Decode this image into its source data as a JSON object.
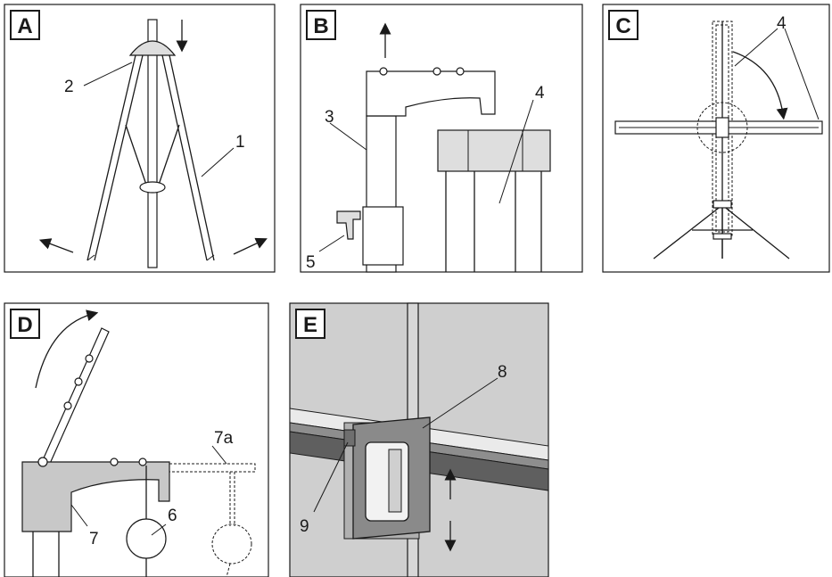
{
  "panels": {
    "A": {
      "letter": "A",
      "labels": [
        "1",
        "2"
      ]
    },
    "B": {
      "letter": "B",
      "labels": [
        "3",
        "4",
        "5"
      ]
    },
    "C": {
      "letter": "C",
      "labels": [
        "4"
      ]
    },
    "D": {
      "letter": "D",
      "labels": [
        "6",
        "7",
        "7a"
      ]
    },
    "E": {
      "letter": "E",
      "labels": [
        "8",
        "9"
      ]
    }
  },
  "colors": {
    "line": "#1a1a1a",
    "part_fill": "#c8c8c8",
    "wall_fill": "#cfcfcf",
    "floor_fill": "#7a7a7a"
  }
}
